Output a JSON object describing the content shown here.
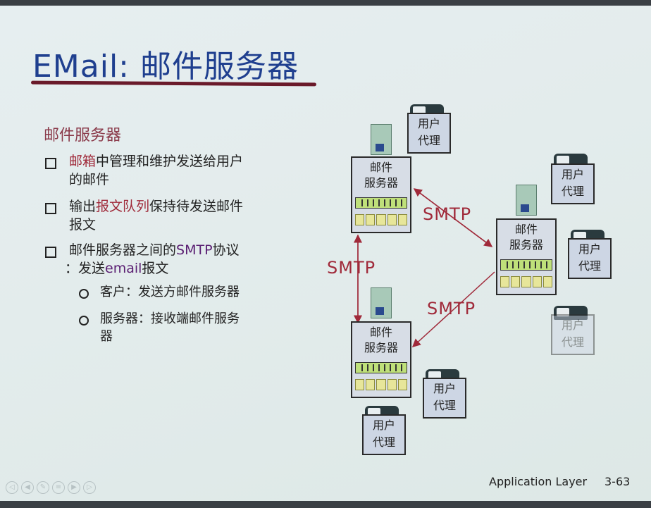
{
  "title": "EMail: 邮件服务器",
  "subtitle": "邮件服务器",
  "bullets": [
    {
      "parts": [
        "邮箱",
        "中管理和维护发送给用户"
      ],
      "line2": "的邮件"
    },
    {
      "parts": [
        "输出",
        "报文队列",
        "保持待发送邮件"
      ],
      "line2": "报文"
    },
    {
      "parts": [
        "邮件服务器之间的",
        "SMTP",
        "协议"
      ],
      "line2_parts": [
        "：发送",
        "email",
        "报文"
      ]
    }
  ],
  "subbullets": [
    {
      "line1": "客户：发送方邮件服务器",
      "line2": ""
    },
    {
      "line1": "服务器：接收端邮件服务",
      "line2": "器"
    }
  ],
  "diagram": {
    "server_label_1": "邮件",
    "server_label_2": "服务器",
    "agent_label_1": "用户",
    "agent_label_2": "代理",
    "protocol": "SMTP"
  },
  "footer": "Application Layer",
  "slide_number": "3-63",
  "colors": {
    "title": "#1f3f8f",
    "highlight": "#a02a3a",
    "protocol": "#a02a3a",
    "queue": "#bfe07a"
  }
}
